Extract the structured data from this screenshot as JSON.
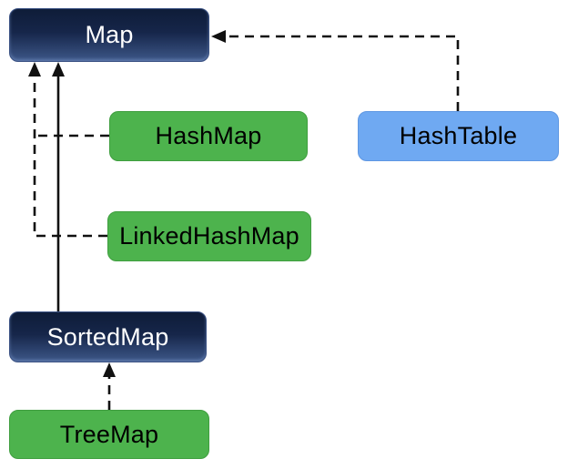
{
  "diagram": {
    "nodes": [
      {
        "id": "map",
        "label": "Map",
        "fill": "navy-gradient",
        "fill_top": "#0e1c38",
        "fill_bottom": "#3d5788",
        "text_color": "#ffffff"
      },
      {
        "id": "hashmap",
        "label": "HashMap",
        "fill": "#4db34d",
        "text_color": "#000000"
      },
      {
        "id": "hashtable",
        "label": "HashTable",
        "fill": "#6fa9f2",
        "text_color": "#000000"
      },
      {
        "id": "linkedhashmap",
        "label": "LinkedHashMap",
        "fill": "#4db34d",
        "text_color": "#000000"
      },
      {
        "id": "sortedmap",
        "label": "SortedMap",
        "fill": "navy-gradient",
        "fill_top": "#0e1c38",
        "fill_bottom": "#3d5788",
        "text_color": "#ffffff"
      },
      {
        "id": "treemap",
        "label": "TreeMap",
        "fill": "#4db34d",
        "text_color": "#000000"
      }
    ],
    "edges": [
      {
        "from": "HashMap",
        "to": "Map",
        "line_style": "dashed",
        "arrowhead": "filled-triangle"
      },
      {
        "from": "LinkedHashMap",
        "to": "Map",
        "line_style": "dashed",
        "arrowhead": "filled-triangle"
      },
      {
        "from": "SortedMap",
        "to": "Map",
        "line_style": "solid",
        "arrowhead": "filled-triangle"
      },
      {
        "from": "HashTable",
        "to": "Map",
        "line_style": "dashed",
        "arrowhead": "filled-triangle"
      },
      {
        "from": "TreeMap",
        "to": "SortedMap",
        "line_style": "dashed",
        "arrowhead": "filled-triangle"
      }
    ],
    "colors": {
      "edge": "#111111",
      "background": "#ffffff",
      "interface_box_top": "#0e1c38",
      "interface_box_bottom": "#3d5788",
      "class_box_green": "#4db34d",
      "class_box_blue": "#6fa9f2"
    }
  }
}
